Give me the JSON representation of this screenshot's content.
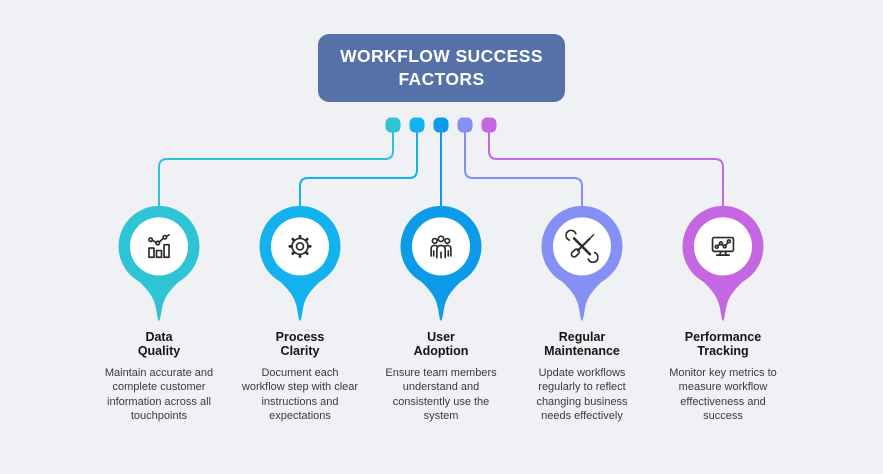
{
  "canvas": {
    "background": "#eff1f4"
  },
  "header": {
    "title": "WORKFLOW SUCCESS\nFACTORS",
    "background": "#5571a8",
    "text_color": "#ffffff"
  },
  "factors": [
    {
      "title": "Data\nQuality",
      "description": "Maintain accurate and complete customer information across all touchpoints",
      "color": "#2ec4d6",
      "icon": "bar-chart-icon"
    },
    {
      "title": "Process\nClarity",
      "description": "Document each workflow step with clear instructions and expectations",
      "color": "#12b2ee",
      "icon": "gear-icon"
    },
    {
      "title": "User\nAdoption",
      "description": "Ensure team members understand and consistently use the system",
      "color": "#0b9be8",
      "icon": "users-group-icon"
    },
    {
      "title": "Regular\nMaintenance",
      "description": "Update workflows regularly to reflect changing business needs effectively",
      "color": "#8590f4",
      "icon": "tools-icon"
    },
    {
      "title": "Performance\nTracking",
      "description": "Monitor key metrics to measure workflow effectiveness and success",
      "color": "#c566e2",
      "icon": "monitor-chart-icon"
    }
  ]
}
